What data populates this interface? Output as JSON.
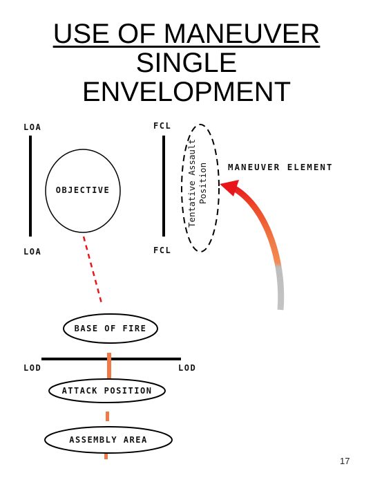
{
  "title": {
    "line1": "USE OF MANEUVER",
    "line2": "SINGLE",
    "line3": "ENVELOPMENT"
  },
  "labels": {
    "loa_top": "LOA",
    "loa_bottom": "LOA",
    "fcl_top": "FCL",
    "fcl_bottom": "FCL",
    "objective": "OBJECTIVE",
    "tap_line1": "Tentative Assault",
    "tap_line2": "Position",
    "maneuver_element": "MANEUVER ELEMENT",
    "base_of_fire": "BASE OF FIRE",
    "lod_left": "LOD",
    "lod_right": "LOD",
    "attack_position": "ATTACK POSITION",
    "assembly_area": "ASSEMBLY AREA"
  },
  "page_number": "17",
  "colors": {
    "arrow_red": "#e8161b",
    "arrow_orange": "#f07a45",
    "arrow_gray": "#bdbdbd",
    "line_black": "#000000"
  }
}
